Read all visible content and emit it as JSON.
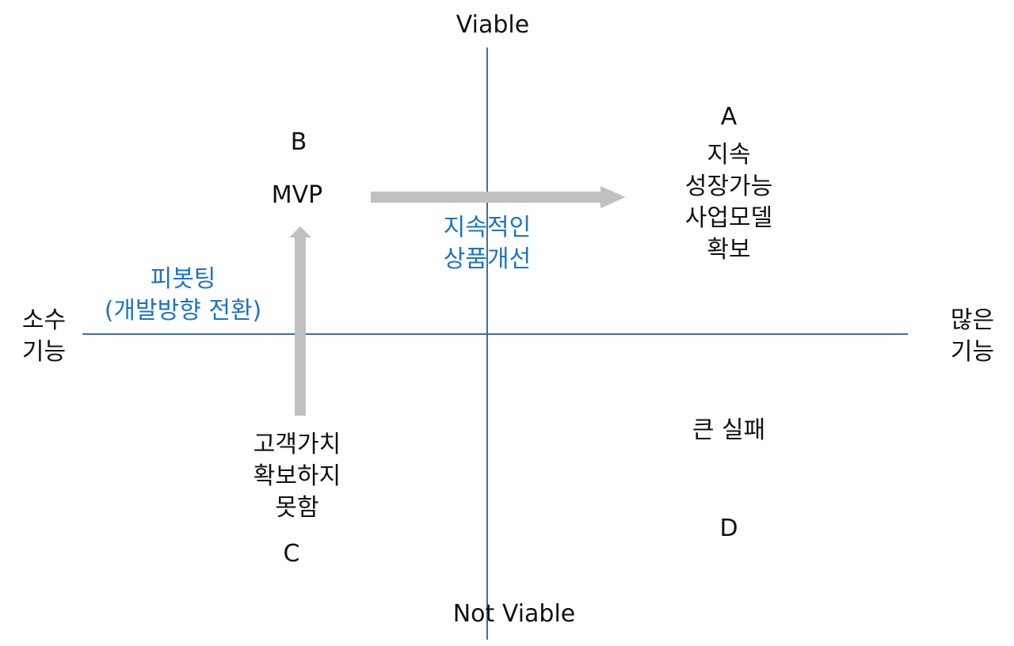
{
  "axes": {
    "top": "Viable",
    "bottom": "Not Viable",
    "left": "소수\n기능",
    "right": "많은\n기능"
  },
  "quadrant_a": {
    "letter": "A",
    "text": "지속\n성장가능\n사업모델\n확보"
  },
  "quadrant_b": {
    "letter": "B",
    "mvp": "MVP"
  },
  "quadrant_c": {
    "text": "고객가치\n확보하지\n못함",
    "letter": "C"
  },
  "quadrant_d": {
    "text": "큰 실패",
    "letter": "D"
  },
  "transitions": {
    "improvement": "지속적인\n상품개선",
    "pivoting": "피봇팅\n(개발방향 전환)"
  },
  "colors": {
    "axis": "#3f6fa8",
    "annotation": "#1f73c1",
    "arrow": "#c0c0c0",
    "text": "#111111"
  }
}
